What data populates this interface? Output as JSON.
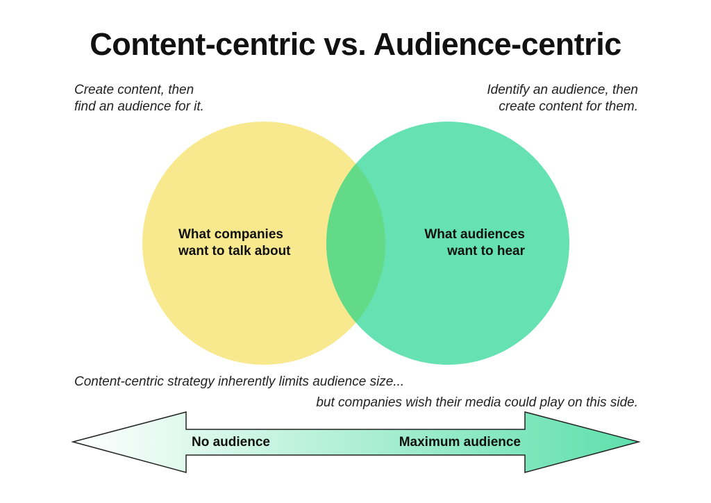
{
  "title": "Content-centric vs. Audience-centric",
  "left_note": [
    "Create content, then",
    "find an audience for it."
  ],
  "right_note": [
    "Identify an audience, then",
    "create content for them."
  ],
  "left_circle": {
    "label": [
      "What companies",
      "want to talk about"
    ],
    "color": "#f8e98f"
  },
  "right_circle": {
    "label": [
      "What audiences",
      "want to hear"
    ],
    "color": "#66e1b2"
  },
  "overlap_color": "#63da88",
  "bottom_notes": [
    "Content-centric strategy inherently limits audience size...",
    "but companies wish their media could play on this side."
  ],
  "arrow": {
    "left_label": "No audience",
    "right_label": "Maximum audience",
    "start_color": "#ffffff",
    "end_color": "#5edfab"
  }
}
